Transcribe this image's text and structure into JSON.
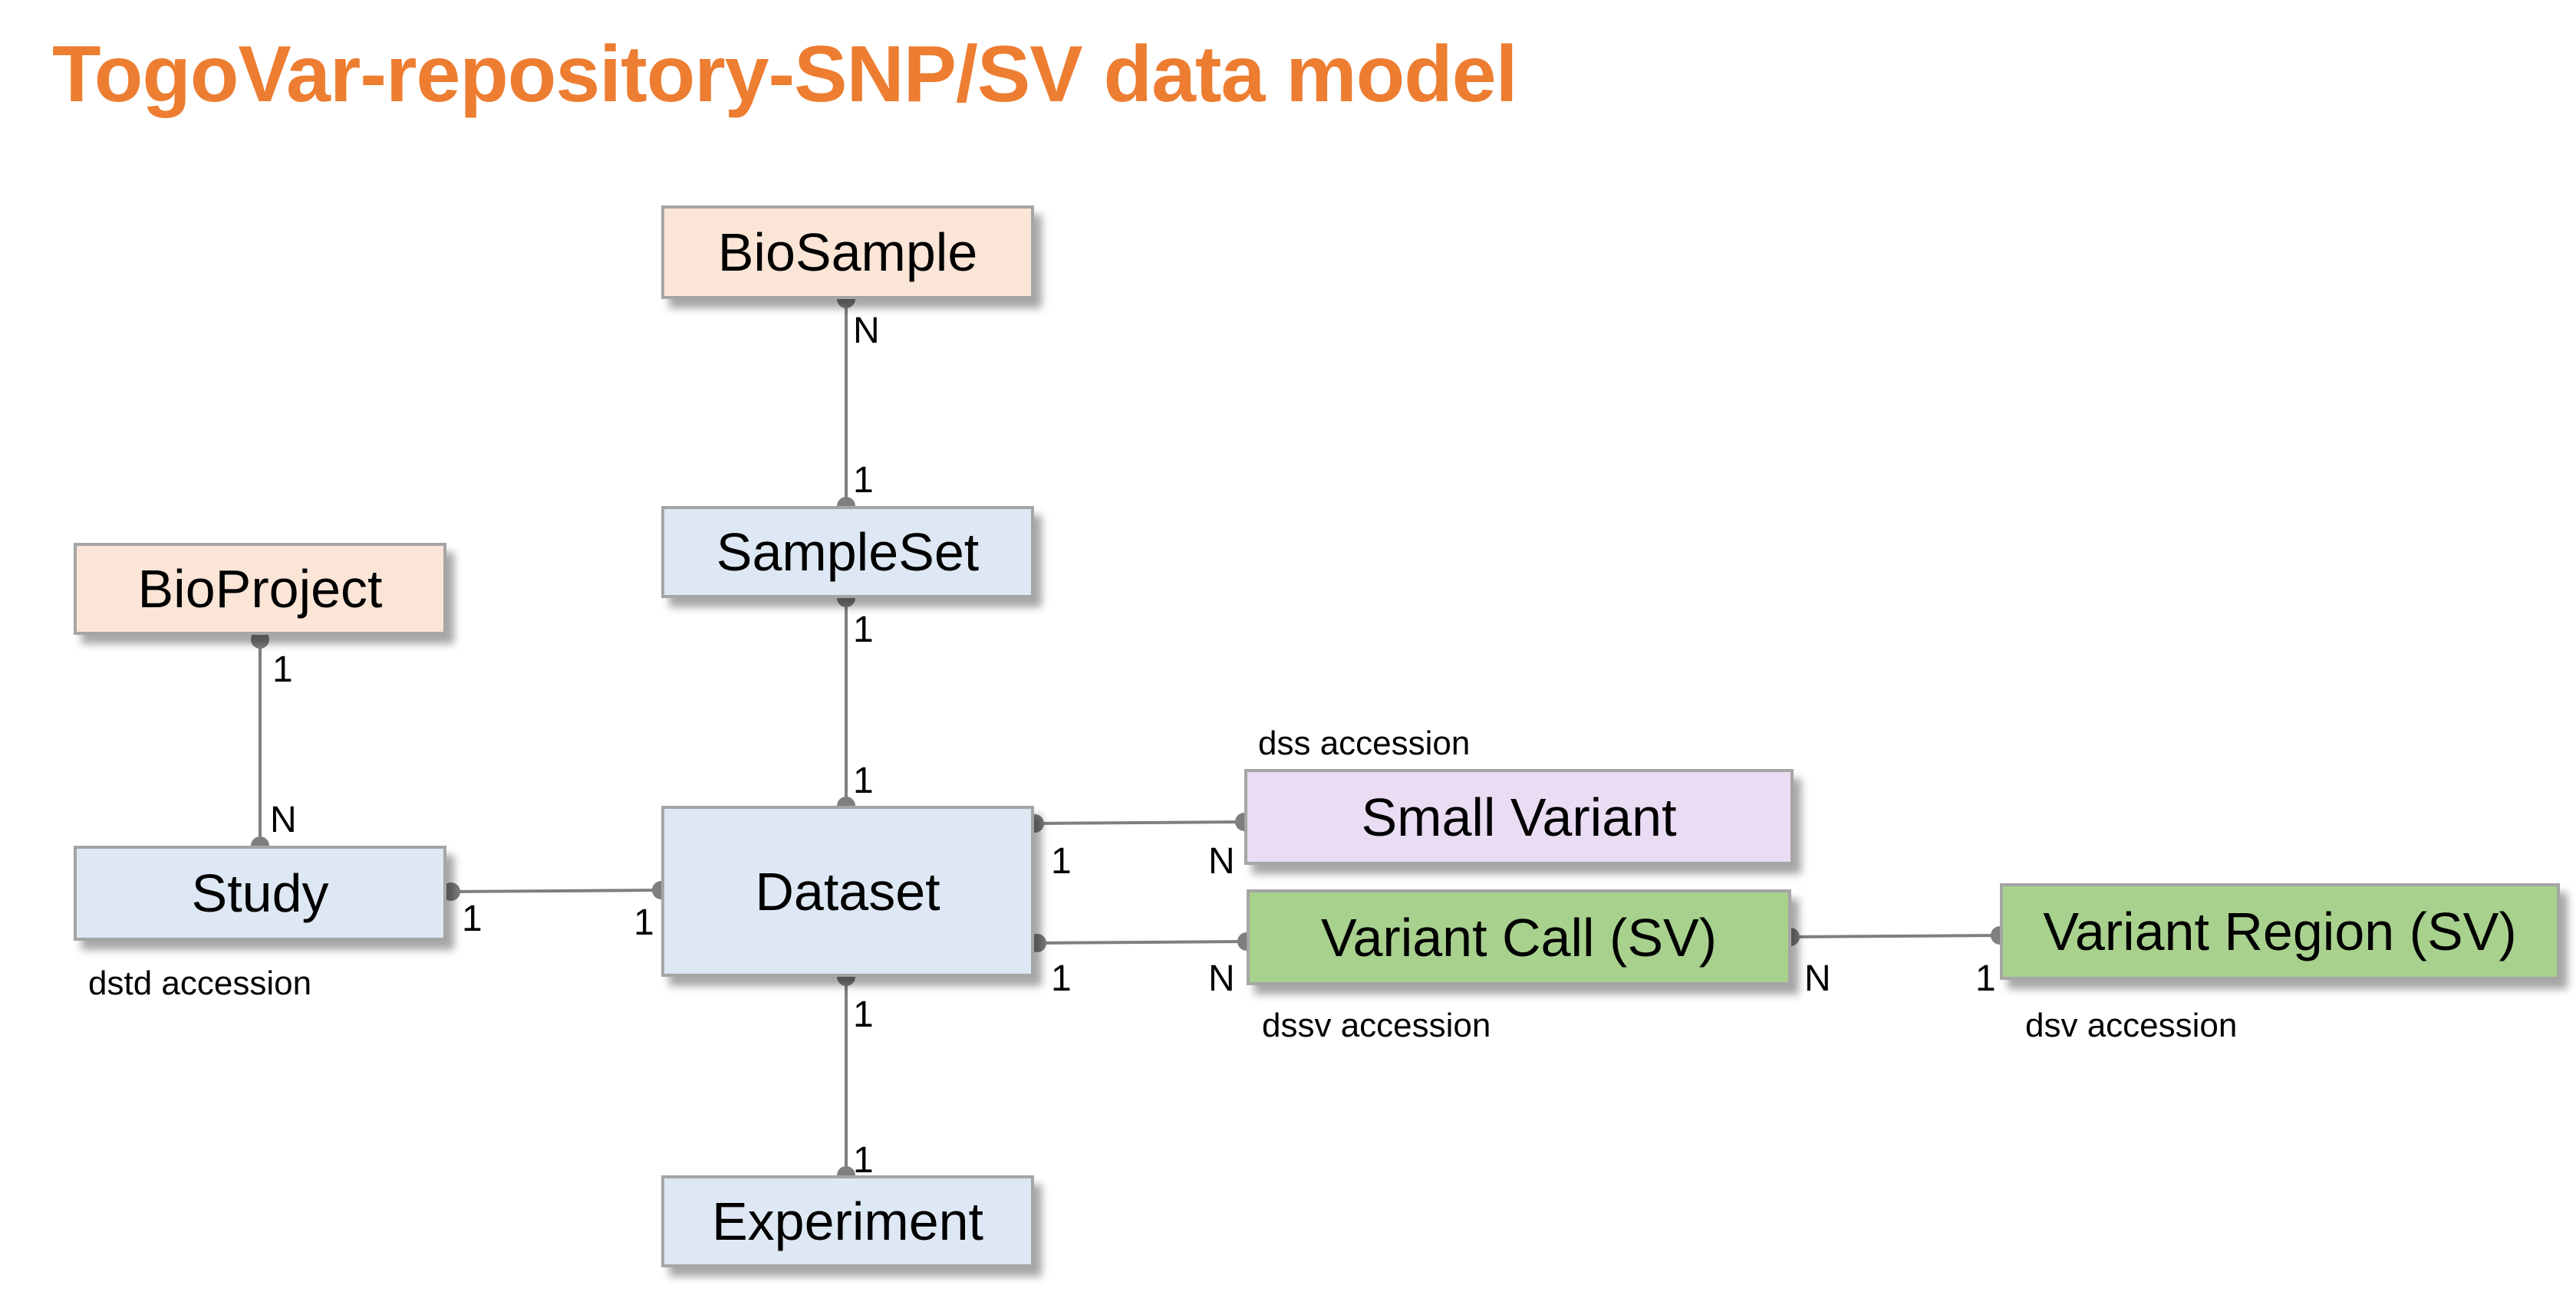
{
  "title": "TogoVar-repository-SNP/SV data model",
  "colors": {
    "title": "#ED7D31",
    "external_entity": "#FBE5D6",
    "core_entity": "#DDE8F4",
    "small_variant": "#E9DCF3",
    "sv_entity": "#A9D18E",
    "connector": "#7f7f7f"
  },
  "entities": {
    "biosample": "BioSample",
    "sampleset": "SampleSet",
    "bioproject": "BioProject",
    "study": "Study",
    "dataset": "Dataset",
    "small_variant": "Small Variant",
    "variant_call": "Variant Call (SV)",
    "variant_region": "Variant Region (SV)",
    "experiment": "Experiment"
  },
  "accessions": {
    "study": "dstd accession",
    "small_variant": "dss accession",
    "variant_call": "dssv accession",
    "variant_region": "dsv accession"
  },
  "relationships": [
    {
      "from": "BioSample",
      "to": "SampleSet",
      "from_card": "N",
      "to_card": "1"
    },
    {
      "from": "SampleSet",
      "to": "Dataset",
      "from_card": "1",
      "to_card": "1"
    },
    {
      "from": "BioProject",
      "to": "Study",
      "from_card": "1",
      "to_card": "N"
    },
    {
      "from": "Study",
      "to": "Dataset",
      "from_card": "1",
      "to_card": "1"
    },
    {
      "from": "Dataset",
      "to": "Small Variant",
      "from_card": "1",
      "to_card": "N"
    },
    {
      "from": "Dataset",
      "to": "Variant Call (SV)",
      "from_card": "1",
      "to_card": "N"
    },
    {
      "from": "Variant Call (SV)",
      "to": "Variant Region (SV)",
      "from_card": "N",
      "to_card": "1"
    },
    {
      "from": "Dataset",
      "to": "Experiment",
      "from_card": "1",
      "to_card": "1"
    }
  ]
}
